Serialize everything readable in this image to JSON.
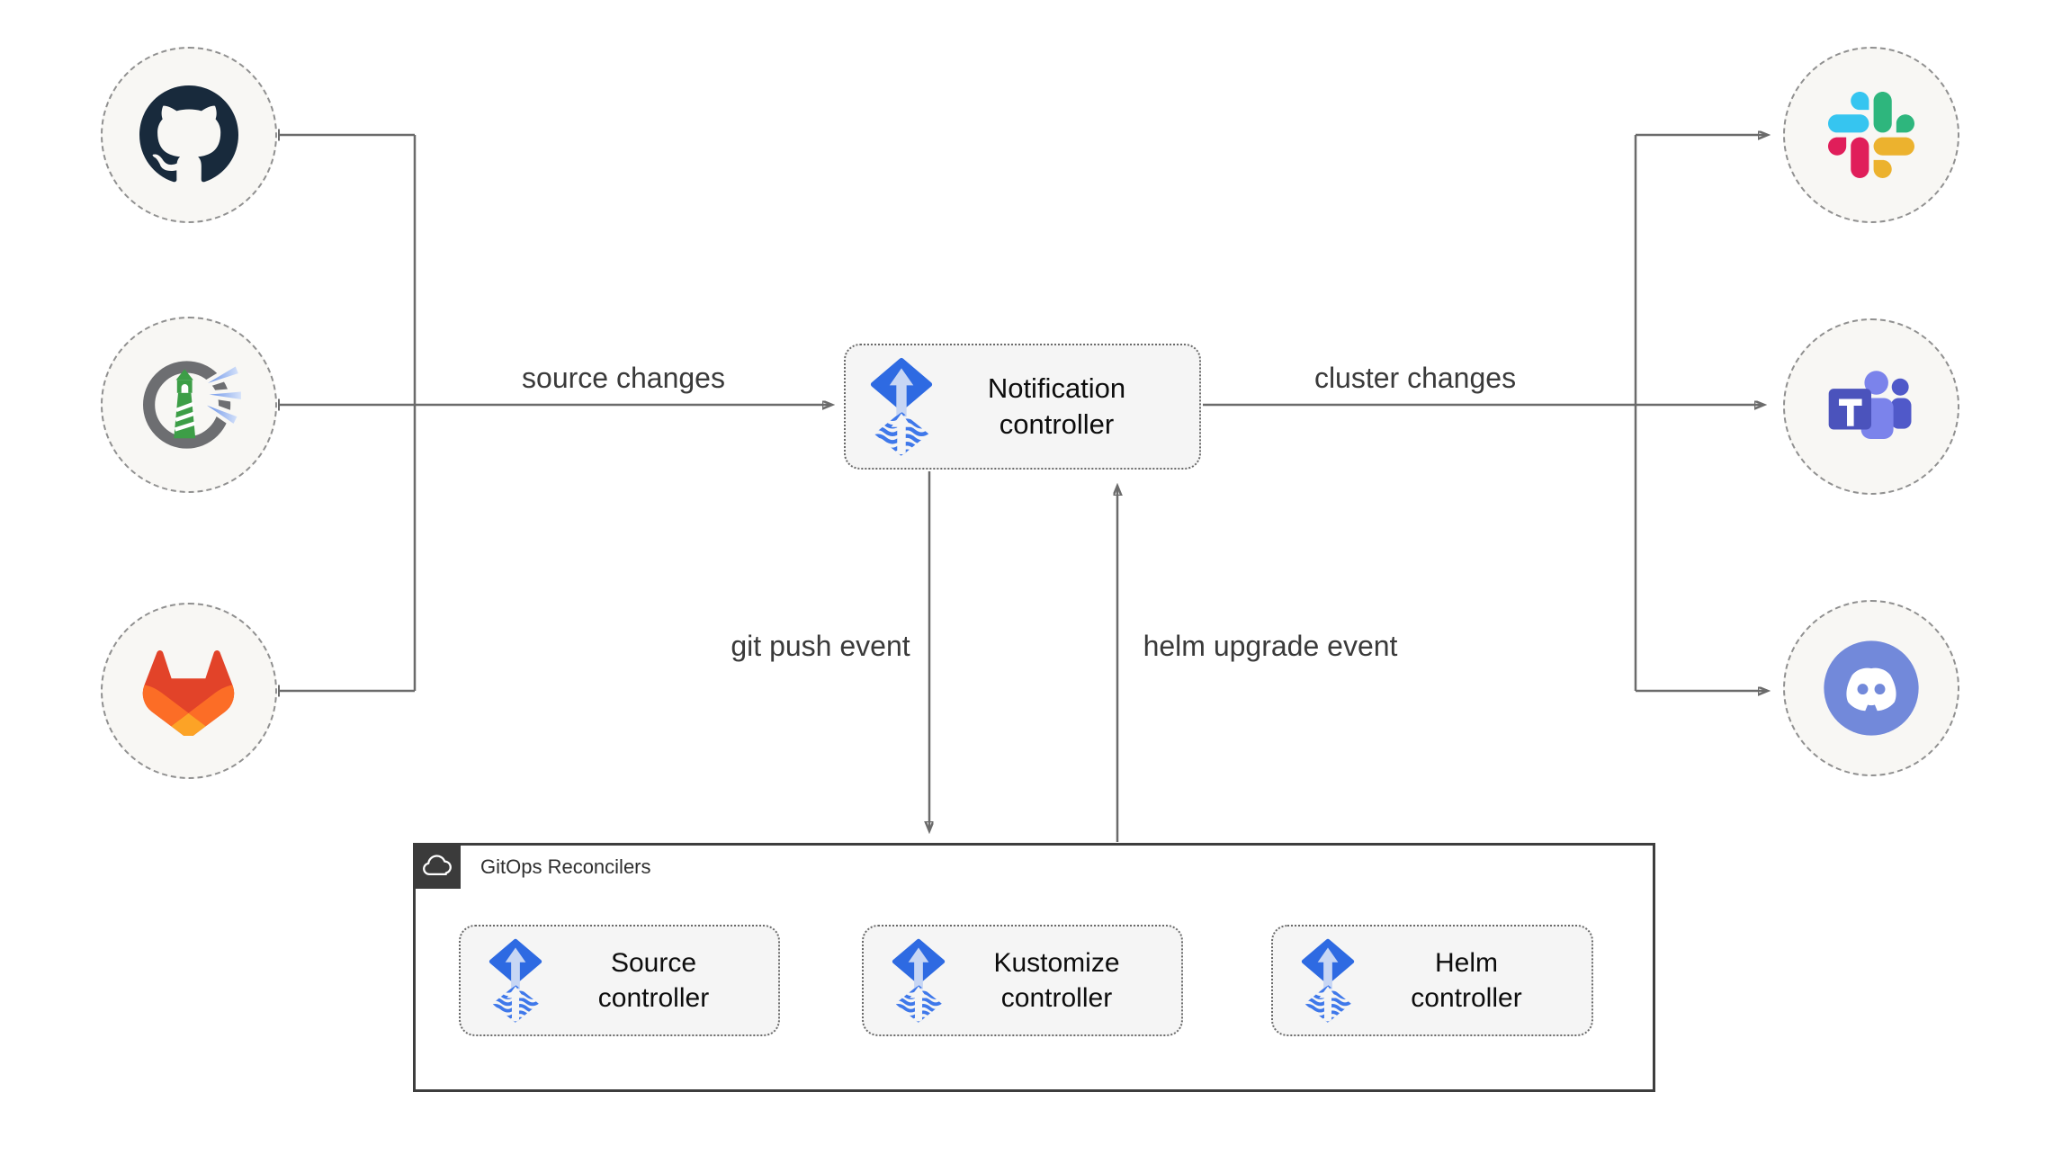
{
  "edge_labels": {
    "source_changes": "source changes",
    "cluster_changes": "cluster changes",
    "git_push_event": "git push event",
    "helm_upgrade_event": "helm upgrade event"
  },
  "nodes": {
    "notification_controller": {
      "label": "Notification controller",
      "icon": "flux"
    },
    "source_controller": {
      "label": "Source controller",
      "icon": "flux"
    },
    "kustomize_controller": {
      "label": "Kustomize controller",
      "icon": "flux"
    },
    "helm_controller": {
      "label": "Helm controller",
      "icon": "flux"
    }
  },
  "group": {
    "title": "GitOps Reconcilers",
    "icon": "cloud"
  },
  "integrations": {
    "sources": [
      "github",
      "harbor",
      "gitlab"
    ],
    "targets": [
      "slack",
      "ms-teams",
      "discord"
    ]
  },
  "colors": {
    "connector": "#6b6b6b",
    "edge_label_text": "#3a3a3a",
    "node_text": "#0d0d0d",
    "node_fill": "#f5f5f5",
    "node_border": "#6a6a6a",
    "circle_fill": "#f8f7f4",
    "circle_border": "#909090",
    "group_border": "#3e3e3e",
    "group_badge_bg": "#3b3b3b",
    "flux_blue": "#2e6ae2",
    "flux_arrow_light": "#c7d6f4",
    "flux_wave_blue": "#3f78ea",
    "github_dark": "#182a3c",
    "gitlab_red": "#e24329",
    "gitlab_orange": "#fc6d26",
    "gitlab_yellow": "#fca326",
    "slack_blue": "#36c5f0",
    "slack_green": "#2eb67d",
    "slack_red": "#e01e5a",
    "slack_yellow": "#ecb22e",
    "teams_dark_purple": "#4b53bc",
    "teams_light_purple": "#7b83eb",
    "teams_mid_purple": "#5059c9",
    "discord_blurple": "#7289da",
    "harbor_gray": "#6d6e71",
    "harbor_green": "#3d9e47",
    "harbor_beam_blue": "#3b6fe0"
  }
}
